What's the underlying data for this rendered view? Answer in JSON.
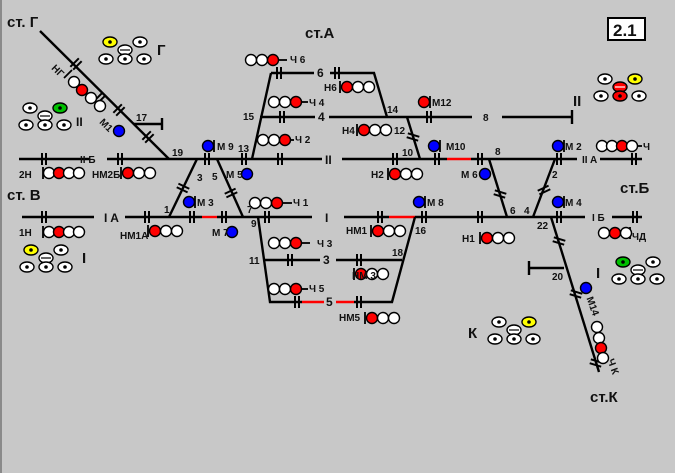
{
  "badge": "2.1",
  "stations": {
    "g": "ст. Г",
    "a": "ст.А",
    "b": "ст.Б",
    "v": "ст. В",
    "k": "ст.К"
  },
  "panels": {
    "g": "Г",
    "ii_left": "II",
    "i_left": "I",
    "ii_right": "II",
    "i_right": "I",
    "k": "К"
  },
  "tracks": {
    "II_B": "II Б",
    "II": "II",
    "II_A": "II A",
    "I_A": "I A",
    "I": "I",
    "I_B": "I Б",
    "t6": "6",
    "t4": "4",
    "t8": "8",
    "t3": "3",
    "t5": "5"
  },
  "switches": {
    "s17": "17",
    "s19": "19",
    "s13": "13",
    "s3": "3",
    "s5": "5",
    "s1": "1",
    "s7": "7",
    "s9": "9",
    "s15": "15",
    "s14": "14",
    "s12": "12",
    "s10": "10",
    "s8": "8",
    "s2": "2",
    "s6": "6",
    "s4": "4",
    "s22": "22",
    "s20": "20",
    "s11": "11",
    "s18": "18",
    "s16": "16"
  },
  "signals": {
    "ng": "НГ",
    "m1": "М1",
    "h2n": "2Н",
    "nm2b": "НМ2Б",
    "h1n": "1Н",
    "nm1a": "НМ1А",
    "m3": "М 3",
    "m9": "М 9",
    "m5": "М 5",
    "m7": "М 7",
    "ch1": "Ч 1",
    "ch6": "Ч 6",
    "ch4": "Ч 4",
    "ch2": "Ч 2",
    "ch3": "Ч 3",
    "ch5": "Ч 5",
    "n6": "Н6",
    "n4": "Н4",
    "m12": "М12",
    "m10": "М10",
    "n2": "Н2",
    "m6": "М 6",
    "m2": "М 2",
    "ch": "Ч",
    "m8": "М 8",
    "m4": "М 4",
    "nm1": "НМ1",
    "n1": "Н1",
    "chd": "ЧД",
    "nm3": "НМ 3",
    "nm5": "НМ5",
    "m14": "М14",
    "chk": "Ч К"
  },
  "colors": {
    "track": "#000000",
    "occupied": "#ff0000",
    "shunting": "#0000ff",
    "stop": "#ff0000",
    "yellow": "#ffff00",
    "green": "#00c000",
    "background": "#c8c8c8"
  }
}
